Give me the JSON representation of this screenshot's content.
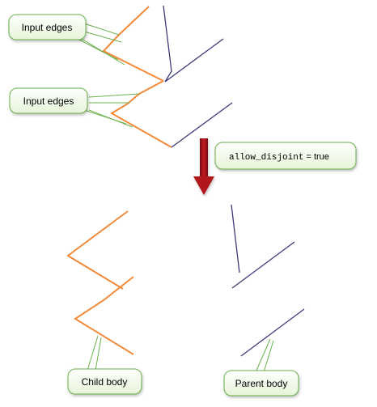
{
  "callouts": {
    "input_edges_1": "Input edges",
    "input_edges_2": "Input edges",
    "child_body": "Child body",
    "parent_body": "Parent body"
  },
  "option": {
    "code": "allow_disjoint",
    "value": " = true"
  },
  "colors": {
    "child_edge": "#f28a3a",
    "parent_edge": "#3c3c78",
    "callout_border": "#6ab04c",
    "callout_fill_top": "#ffffff",
    "callout_fill_bottom": "#e9f6dd",
    "arrow": "#a8141a"
  }
}
